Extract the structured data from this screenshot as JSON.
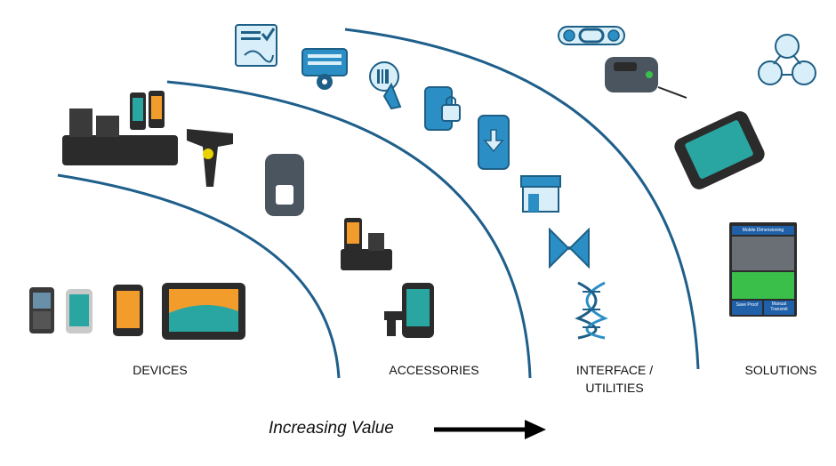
{
  "labels": {
    "devices": "DEVICES",
    "accessories": "ACCESSORIES",
    "interface_line1": "INTERFACE /",
    "interface_line2": "UTILITIES",
    "solutions": "SOLUTIONS"
  },
  "footer": {
    "caption": "Increasing Value"
  },
  "colors": {
    "arc": "#1f5f8b",
    "icon_light": "#d8eef8",
    "icon_blue": "#2b8fc6",
    "icon_dark": "#1d5f86",
    "screen_orange": "#f29c2b",
    "screen_teal": "#2aa6a2",
    "device_dark": "#2b2b2b",
    "solution_green": "#3bbf4b",
    "solution_bar": "#2060a8"
  },
  "icons": [
    "document-signature-icon",
    "keyboard-gear-icon",
    "barcode-touch-icon",
    "mobile-lock-icon",
    "mobile-download-icon",
    "storefront-icon",
    "crossed-arrows-icon",
    "dna-icon",
    "link-chain-icon",
    "people-network-icon"
  ],
  "solution_screen": {
    "header": "Mobile Dimensioning",
    "btn_left": "Save Proof",
    "btn_right": "Manual Transmit"
  }
}
